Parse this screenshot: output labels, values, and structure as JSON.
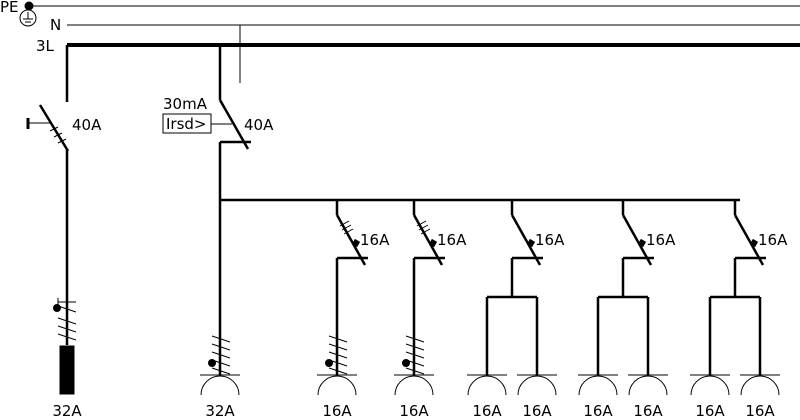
{
  "rails": {
    "pe": "PE",
    "n": "N",
    "l": "3L"
  },
  "main_switch": {
    "rating": "40A"
  },
  "rcd": {
    "sensitivity": "30mA",
    "label": "Irsd>",
    "rating": "40A"
  },
  "breakers": [
    {
      "rating": "16A",
      "type": "single"
    },
    {
      "rating": "16A",
      "type": "single"
    },
    {
      "rating": "16A",
      "type": "double"
    },
    {
      "rating": "16A",
      "type": "double"
    },
    {
      "rating": "16A",
      "type": "double"
    }
  ],
  "outlets": [
    "32A",
    "32A",
    "16A",
    "16A",
    "16A",
    "16A",
    "16A",
    "16A",
    "16A",
    "16A"
  ],
  "colors": {
    "line": "#000000"
  }
}
